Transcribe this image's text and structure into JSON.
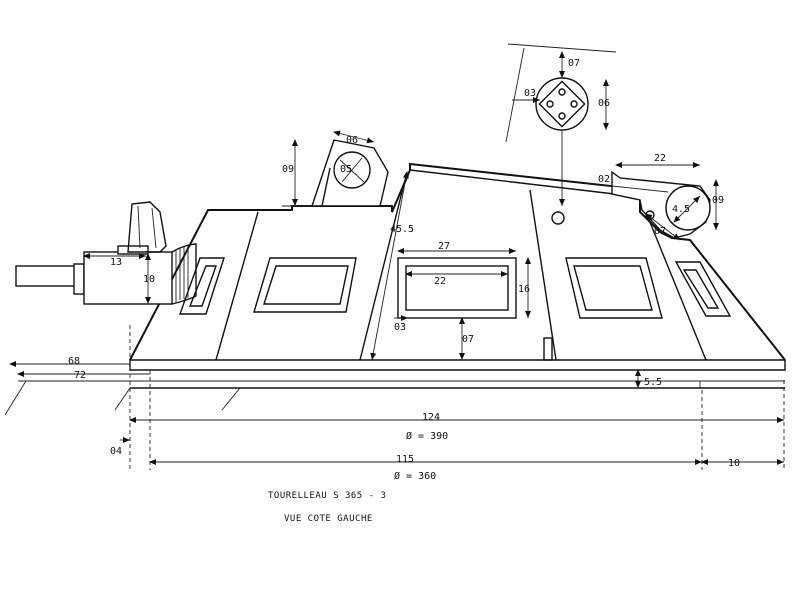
{
  "title": "TOURELLEAU S 365 - 3",
  "subtitle": "VUE COTE GAUCHE",
  "dims": {
    "d07_top": "07",
    "d03_top": "03",
    "d06_top": "06",
    "d06_mount": "06",
    "d05": "05",
    "d09_left": "09",
    "d22_top": "22",
    "d02": "02",
    "d45": "4.5",
    "d09_right": "09",
    "d07_right": "07",
    "d455": "45.5",
    "d27": "27",
    "d22_win": "22",
    "d16": "16",
    "d03_win": "03",
    "d07_win": "07",
    "d13": "13",
    "d10_gun": "10",
    "d68": "68",
    "d72": "72",
    "d55": "5.5",
    "d124": "124",
    "dia390": "Ø = 390",
    "d04": "04",
    "d115": "115",
    "dia360": "Ø = 360",
    "d10_bottom": "10"
  }
}
